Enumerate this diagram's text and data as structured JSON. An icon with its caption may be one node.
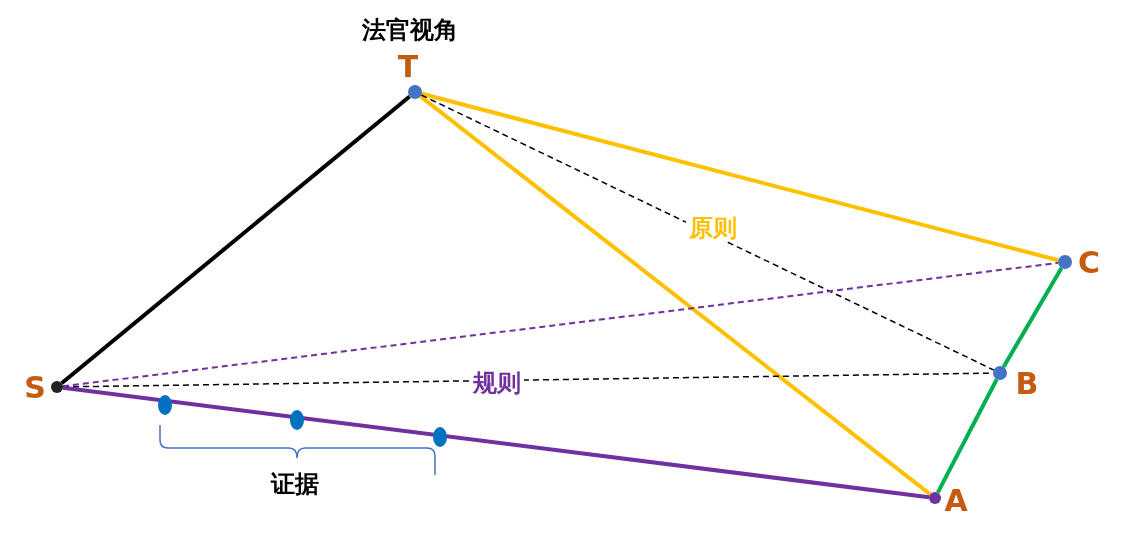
{
  "diagram": {
    "nodes": [
      {
        "text": [],
        "shape": "circle",
        "beside": [
          "法官视角",
          "T"
        ]
      },
      {
        "text": [],
        "shape": "circle",
        "beside": [
          "S"
        ]
      },
      {
        "text": [],
        "shape": "circle",
        "beside": [
          "A"
        ]
      },
      {
        "text": [],
        "shape": "circle",
        "beside": [
          "B"
        ]
      },
      {
        "text": [],
        "shape": "circle",
        "beside": [
          "C"
        ]
      },
      {
        "text": [],
        "shape": "circle"
      },
      {
        "text": [],
        "shape": "circle"
      },
      {
        "text": [],
        "shape": "circle"
      }
    ],
    "edges": [
      {
        "from": 1,
        "to": 0,
        "arrow": "none"
      },
      {
        "from": 0,
        "to": 4,
        "arrow": "none",
        "color": "#ffc000"
      },
      {
        "from": 0,
        "to": 2,
        "arrow": "none",
        "color": "#ffc000"
      },
      {
        "from": 0,
        "to": 3,
        "arrow": "none",
        "style": "dashed",
        "label": "原则"
      },
      {
        "from": 1,
        "to": 4,
        "arrow": "none",
        "style": "dashed",
        "color": "#7030a0"
      },
      {
        "from": 1,
        "to": 3,
        "arrow": "none",
        "style": "dashed",
        "label": "规则"
      },
      {
        "from": 4,
        "to": 3,
        "arrow": "none",
        "color": "#00b050"
      },
      {
        "from": 3,
        "to": 2,
        "arrow": "none",
        "color": "#00b050"
      },
      {
        "from": 1,
        "to": 2,
        "arrow": "none",
        "color": "#7030a0"
      }
    ],
    "labels": [
      "证据"
    ]
  }
}
